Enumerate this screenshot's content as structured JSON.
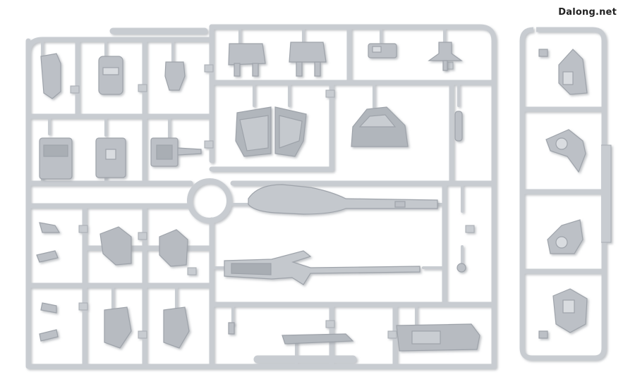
{
  "watermark": {
    "text": "Dalong.net"
  },
  "colors": {
    "background": "#ffffff",
    "runner": "#c8ccd1",
    "runner_edge": "#a8adb3",
    "part": "#b9bdc3",
    "part_shade": "#9ea3aa",
    "part_light": "#d9dce0",
    "text": "#222222"
  },
  "subject": {
    "type": "plastic-model-kit-sprue",
    "color": "light-gray",
    "frames": 2
  }
}
